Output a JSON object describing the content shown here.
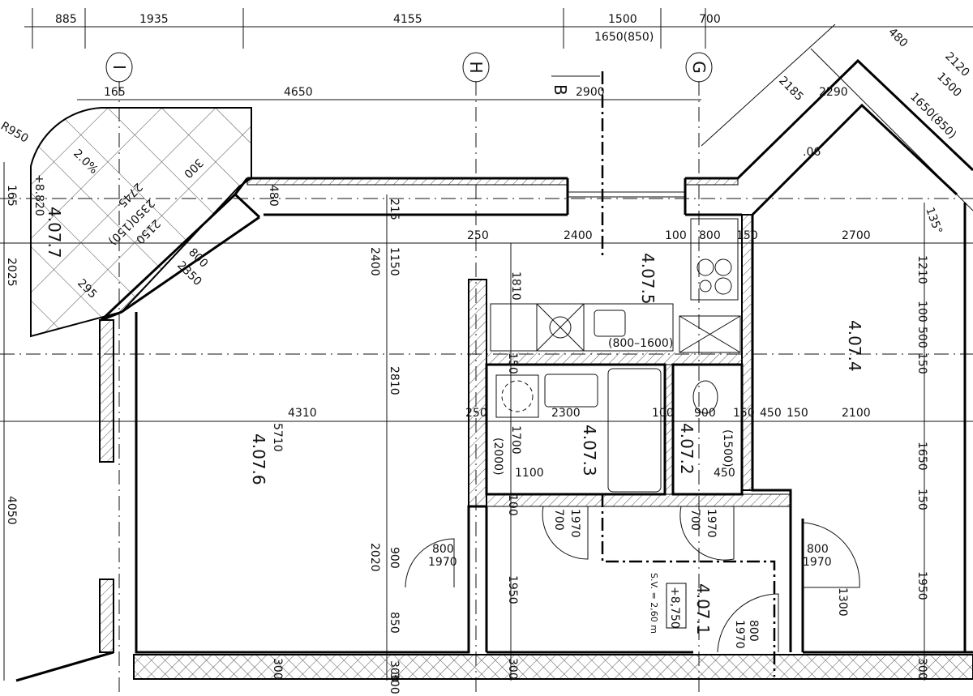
{
  "grid_axes": [
    "I",
    "H",
    "G"
  ],
  "section_marker": "B",
  "rooms": {
    "r407_1": "4.07.1",
    "r407_2": "4.07.2",
    "r407_3": "4.07.3",
    "r407_4": "4.07.4",
    "r407_5": "4.07.5",
    "r407_6": "4.07.6",
    "r407_7": "4.07.7"
  },
  "top_dims": [
    "885",
    "1935",
    "4155",
    "1500",
    "700",
    "1650(850)"
  ],
  "upper_dims": [
    "165",
    "4650",
    "2900",
    "2185",
    "480",
    "2120",
    "1500",
    "1650(850)",
    "2290",
    ".06",
    "135°"
  ],
  "balcony": [
    "R950",
    "2.0%",
    "+8.820",
    "2745",
    "2350(150)",
    "2150",
    "300",
    "800",
    "2350",
    "295",
    "165",
    "2025",
    "4050",
    "480",
    "215"
  ],
  "row_upper": [
    "250",
    "2400",
    "100",
    "800",
    "150",
    "2700"
  ],
  "vert_mid": [
    "2400",
    "1150",
    "2810",
    "5710",
    "2020",
    "900",
    "850",
    "300"
  ],
  "core": [
    "1810",
    "(800–1600)",
    "150",
    "1700",
    "(2000)",
    "1100",
    "(1500)",
    "450",
    "100",
    "700",
    "1970",
    "700",
    "1970"
  ],
  "row_mid": [
    "4310",
    "250",
    "2300",
    "100",
    "900",
    "150",
    "450",
    "150",
    "2100"
  ],
  "right": [
    "1210",
    "100",
    "500",
    "150",
    "1650",
    "150",
    "1950",
    "1300",
    "800",
    "1970"
  ],
  "bottom": [
    "800",
    "1970",
    "1950",
    "800",
    "1970",
    "300",
    "300",
    "300",
    "300"
  ],
  "entry": {
    "elevation": "+8,750",
    "height": "S.V. = 2,60 m"
  }
}
